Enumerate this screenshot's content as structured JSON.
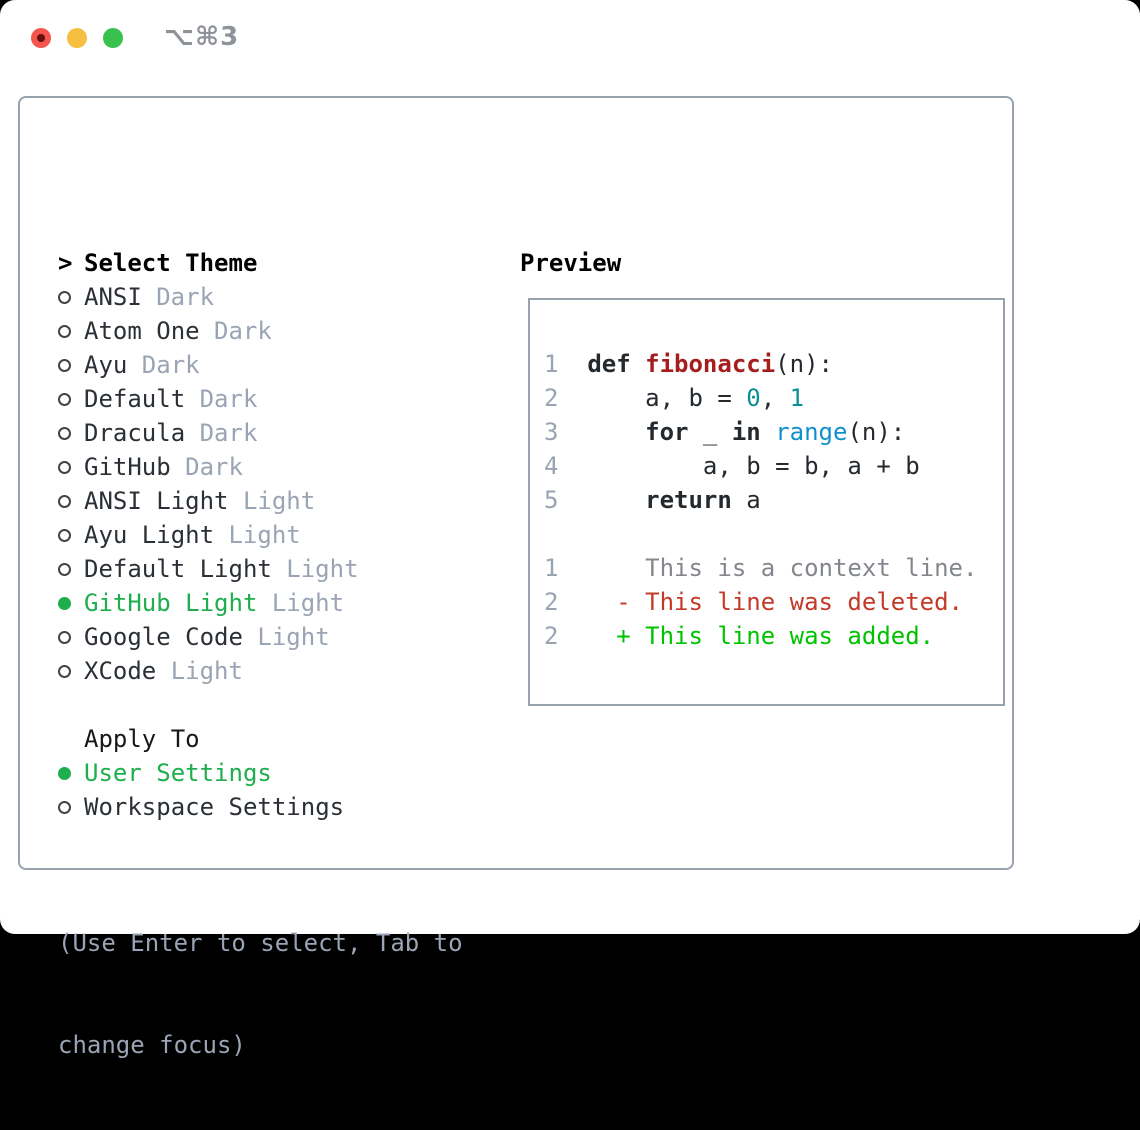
{
  "window": {
    "title": "⌥⌘3",
    "traffic_lights": [
      {
        "name": "close",
        "color": "#f4554d"
      },
      {
        "name": "minimize",
        "color": "#f6bf41"
      },
      {
        "name": "zoom",
        "color": "#38c24d"
      }
    ]
  },
  "theme_selector": {
    "cursor": ">",
    "title": "Select Theme",
    "options": [
      {
        "name": "ANSI",
        "variant": "Dark",
        "selected": false
      },
      {
        "name": "Atom One",
        "variant": "Dark",
        "selected": false
      },
      {
        "name": "Ayu",
        "variant": "Dark",
        "selected": false
      },
      {
        "name": "Default",
        "variant": "Dark",
        "selected": false
      },
      {
        "name": "Dracula",
        "variant": "Dark",
        "selected": false
      },
      {
        "name": "GitHub",
        "variant": "Dark",
        "selected": false
      },
      {
        "name": "ANSI Light",
        "variant": "Light",
        "selected": false
      },
      {
        "name": "Ayu Light",
        "variant": "Light",
        "selected": false
      },
      {
        "name": "Default Light",
        "variant": "Light",
        "selected": false
      },
      {
        "name": "GitHub Light",
        "variant": "Light",
        "selected": true
      },
      {
        "name": "Google Code",
        "variant": "Light",
        "selected": false
      },
      {
        "name": "XCode",
        "variant": "Light",
        "selected": false
      }
    ]
  },
  "apply_to": {
    "title": "Apply To",
    "options": [
      {
        "name": "User Settings",
        "selected": true
      },
      {
        "name": "Workspace Settings",
        "selected": false
      }
    ]
  },
  "hint_lines": [
    "(Use Enter to select, Tab to",
    "change focus)"
  ],
  "preview": {
    "title": "Preview",
    "code_lines": [
      {
        "num": "1",
        "tokens": [
          {
            "s": "kw",
            "t": "def "
          },
          {
            "s": "fn",
            "t": "fibonacci"
          },
          {
            "s": "pl",
            "t": "(n):"
          }
        ]
      },
      {
        "num": "2",
        "tokens": [
          {
            "s": "pl",
            "t": "    a, b = "
          },
          {
            "s": "nm",
            "t": "0"
          },
          {
            "s": "pl",
            "t": ", "
          },
          {
            "s": "nm",
            "t": "1"
          }
        ]
      },
      {
        "num": "3",
        "tokens": [
          {
            "s": "pl",
            "t": "    "
          },
          {
            "s": "kw",
            "t": "for"
          },
          {
            "s": "pl",
            "t": " _ "
          },
          {
            "s": "kw",
            "t": "in"
          },
          {
            "s": "pl",
            "t": " "
          },
          {
            "s": "bi",
            "t": "range"
          },
          {
            "s": "pl",
            "t": "(n):"
          }
        ]
      },
      {
        "num": "4",
        "tokens": [
          {
            "s": "pl",
            "t": "        a, b = b, a + b"
          }
        ]
      },
      {
        "num": "5",
        "tokens": [
          {
            "s": "pl",
            "t": "    "
          },
          {
            "s": "kw",
            "t": "return"
          },
          {
            "s": "pl",
            "t": " a"
          }
        ]
      },
      {
        "num": "",
        "tokens": []
      },
      {
        "num": "1",
        "tokens": [
          {
            "s": "ctx",
            "t": "    This is a context line."
          }
        ]
      },
      {
        "num": "2",
        "tokens": [
          {
            "s": "dl",
            "t": "  - This line was deleted."
          }
        ]
      },
      {
        "num": "2",
        "tokens": [
          {
            "s": "ad",
            "t": "  + This line was added."
          }
        ]
      }
    ]
  },
  "colors": {
    "selection_green": "#1fae4d",
    "diff_added_green": "#00c300",
    "diff_deleted_red": "#c43a28",
    "function_red": "#a51d1d",
    "number_teal": "#0d8f96",
    "builtin_blue": "#1090cd",
    "muted_gray": "#9aa4b4",
    "panel_border": "#98a2ae"
  }
}
